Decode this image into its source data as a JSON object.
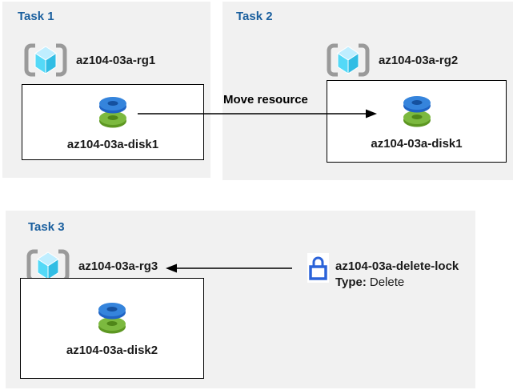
{
  "diagram": {
    "tasks": [
      {
        "title": "Task 1",
        "resource_group": "az104-03a-rg1",
        "resource": "az104-03a-disk1"
      },
      {
        "title": "Task 2",
        "resource_group": "az104-03a-rg2",
        "resource": "az104-03a-disk1"
      },
      {
        "title": "Task 3",
        "resource_group": "az104-03a-rg3",
        "resource": "az104-03a-disk2"
      }
    ],
    "move_arrow_label": "Move resource",
    "lock": {
      "name": "az104-03a-delete-lock",
      "type_label": "Type:",
      "type_value": "Delete"
    }
  },
  "icons": {
    "resource_group": "resource-group-icon",
    "disk": "managed-disk-icon",
    "lock": "delete-lock-icon"
  },
  "colors": {
    "panel_bg": "#f1f1f1",
    "title_blue": "#1a5f9e",
    "box_border": "#000000",
    "bracket_gray": "#9a9a9a",
    "cube_top": "#bfeeff",
    "cube_left": "#54d9f7",
    "cube_right": "#31bde4",
    "disk_blue_top": "#3584dc",
    "disk_blue_side": "#1f63c4",
    "disk_green_top": "#7cb93f",
    "disk_green_side": "#5d9722",
    "lock_blue": "#2b63d9"
  }
}
